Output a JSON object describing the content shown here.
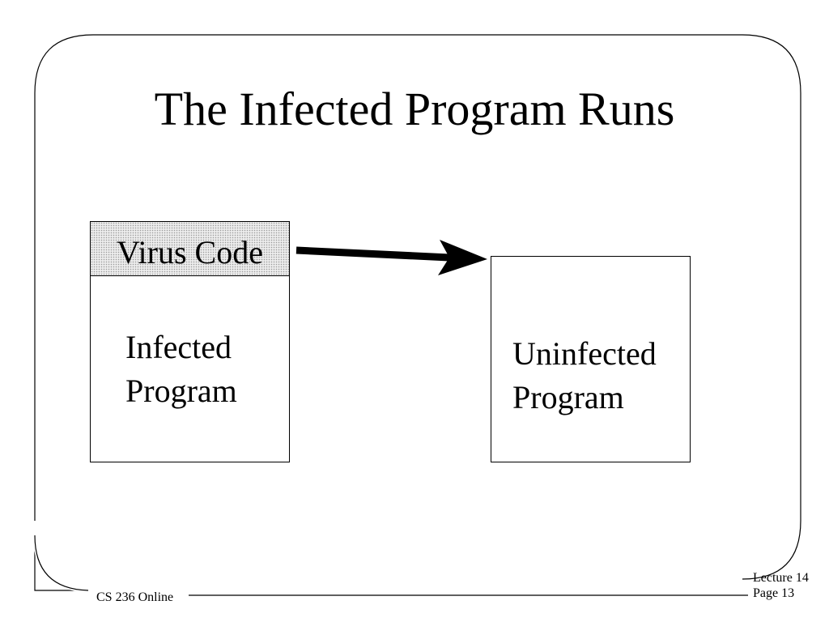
{
  "slide": {
    "title": "The Infected Program Runs"
  },
  "diagram": {
    "infected_box": {
      "header_label": "Virus Code",
      "body_line1": "Infected",
      "body_line2": "Program"
    },
    "uninfected_box": {
      "line1": "Uninfected",
      "line2": "Program"
    }
  },
  "footer": {
    "course": "CS 236 Online",
    "lecture": "Lecture 14",
    "page": "Page 13"
  }
}
